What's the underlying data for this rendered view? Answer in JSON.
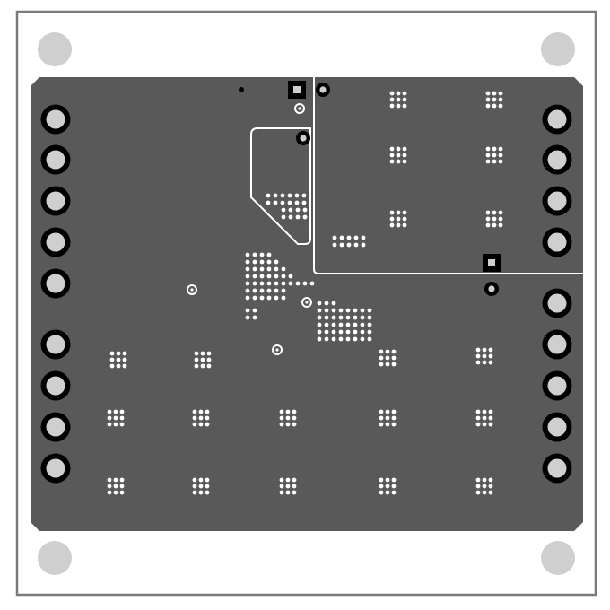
{
  "title": "",
  "colors": {
    "background": "#ffffff",
    "board_outline": "#7a7a7a",
    "copper_pour": "#595959",
    "mounting_hole": "#cfcfcf",
    "pad_ring": "#000000",
    "pad_fill": "#cfcfcf",
    "via": "#ffffff",
    "trace_outline": "#ffffff"
  },
  "components": {
    "mounting_holes": 4,
    "left_header_large_pads": 5,
    "left_header_small_pads": 4,
    "right_header_upper_pads": 4,
    "right_header_lower_pads": 5,
    "square_pads": 2,
    "via_clusters": 21
  }
}
